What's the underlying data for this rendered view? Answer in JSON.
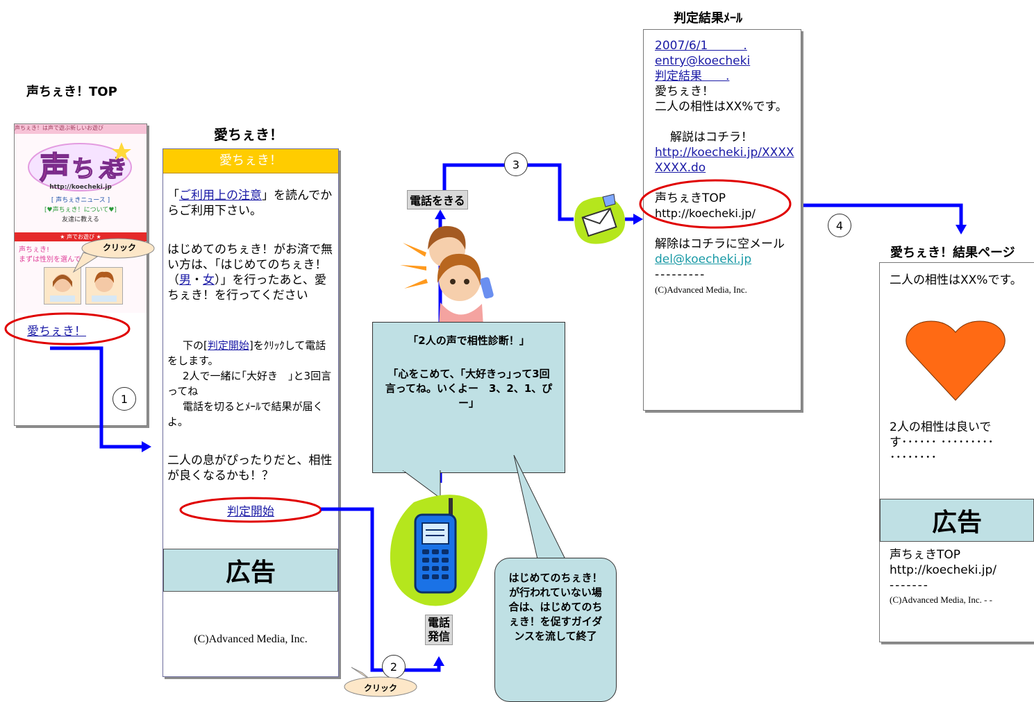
{
  "top_screen": {
    "title": "声ちぇき！TOP",
    "banner_text": "声ちぇき！は声で遊ぶ新しいお遊び",
    "url": "http://koecheki.jp",
    "menu_1": "[ 声ちぇきニュース ]",
    "menu_2": "[♥声ちぇき！について♥]",
    "menu_3": "友達に教える",
    "red_bar": "★ 声でお遊び ★",
    "pink_text_1": "声ちぇき!",
    "pink_text_2": "まずは性別を選んでね",
    "click_bubble": "クリック",
    "link_label": "愛ちぇき！"
  },
  "ai_screen": {
    "title": "愛ちぇき！",
    "header": "愛ちぇき！",
    "p1_prefix": "「",
    "p1_link": "ご利用上の注意",
    "p1_suffix": "」を読んでからご利用下さい。",
    "p2_a": "はじめてのちぇき！がお済で無い方は、「はじめてのちぇき！（",
    "p2_male": "男",
    "p2_dot": "・",
    "p2_female": "女",
    "p2_b": "）」を行ったあと、愛ちぇき！を行ってください",
    "p3_a": "下の[",
    "p3_link": "判定開始",
    "p3_b": "]をｸﾘｯｸして電話をします。",
    "p3_c": "2人で一緒に｢大好き　｣と3回言ってね",
    "p3_d": "電話を切るとﾒｰﾙで結果が届くよ。",
    "p4": "二人の息がぴったりだと、相性が良くなるかも！？",
    "start_link": "判定開始",
    "ad": "広告",
    "copyright": "(C)Advanced Media, Inc."
  },
  "phone_flow": {
    "hangup_label": "電話をきる",
    "call_label_1": "電話",
    "call_label_2": "発信",
    "speech_1": "「2人の声で相性診断！」",
    "speech_2": "「心をこめて、｢大好きっ｣って3回言ってね。いくよー　3、2、1、ぴー」",
    "guide": "はじめてのちぇき！が行われていない場合は、はじめてのちぇき！を促すガイダンスを流して終了",
    "click_bubble": "クリック"
  },
  "steps": [
    "1",
    "2",
    "3",
    "4"
  ],
  "mail": {
    "title": "判定結果ﾒｰﾙ",
    "date": "2007/6/1　　　.",
    "from": "entry@koecheki",
    "subject": "判定結果　　.",
    "line1": "愛ちぇき！",
    "line2": "二人の相性はXX%です。",
    "line3": "解説はコチラ！",
    "result_url": "http://koecheki.jp/XXXXXXXX.do",
    "top_label": "声ちぇきTOP",
    "top_url": "http://koecheki.jp/",
    "unsubscribe": "解除はコチラに空メール",
    "del_addr": "del@koecheki.jp",
    "dashes": "---------",
    "copyright": "(C)Advanced Media, Inc."
  },
  "result_page": {
    "title": "愛ちぇき！結果ページ",
    "line1": "二人の相性はXX%です。",
    "line2": "2人の相性は良いです･･････ ･････････ ････････",
    "ad": "広告",
    "top_label": "声ちぇきTOP",
    "top_url": "http://koecheki.jp/",
    "dashes": "-------",
    "copyright": "(C)Advanced Media, Inc. - -"
  },
  "colors": {
    "arrow": "#0000ff",
    "highlight_ellipse": "#e00000",
    "ad_bg": "#bfe0e4",
    "header_bg": "#ffcc00",
    "heart": "#ff6a14",
    "lime": "#b5e61d"
  }
}
